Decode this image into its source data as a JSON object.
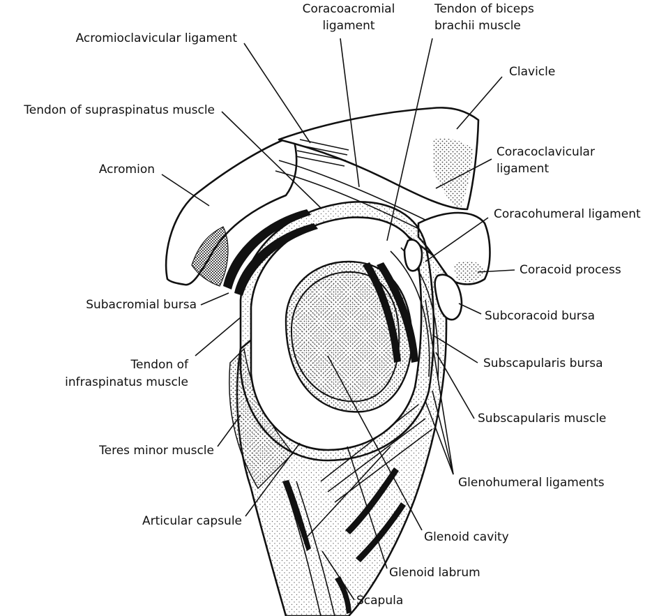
{
  "labels": {
    "coracoacromial_ligament": [
      "Coracoacromial",
      "ligament"
    ],
    "tendon_biceps": [
      "Tendon of biceps",
      "brachii muscle"
    ],
    "acromioclavicular_ligament": "Acromioclavicular ligament",
    "clavicle": "Clavicle",
    "tendon_supraspinatus": "Tendon of supraspinatus muscle",
    "coracoclavicular_ligament": [
      "Coracoclavicular",
      "ligament"
    ],
    "acromion": "Acromion",
    "coracohumeral_ligament": "Coracohumeral ligament",
    "coracoid_process": "Coracoid process",
    "subacromial_bursa": "Subacromial bursa",
    "subcoracoid_bursa": "Subcoracoid bursa",
    "tendon_infraspinatus": [
      "Tendon of",
      "infraspinatus muscle"
    ],
    "subscapularis_bursa": "Subscapularis bursa",
    "subscapularis_muscle": "Subscapularis muscle",
    "teres_minor": "Teres minor muscle",
    "glenohumeral_ligaments": "Glenohumeral ligaments",
    "articular_capsule": "Articular capsule",
    "glenoid_cavity": "Glenoid cavity",
    "glenoid_labrum": "Glenoid labrum",
    "scapula": "Scapula"
  }
}
